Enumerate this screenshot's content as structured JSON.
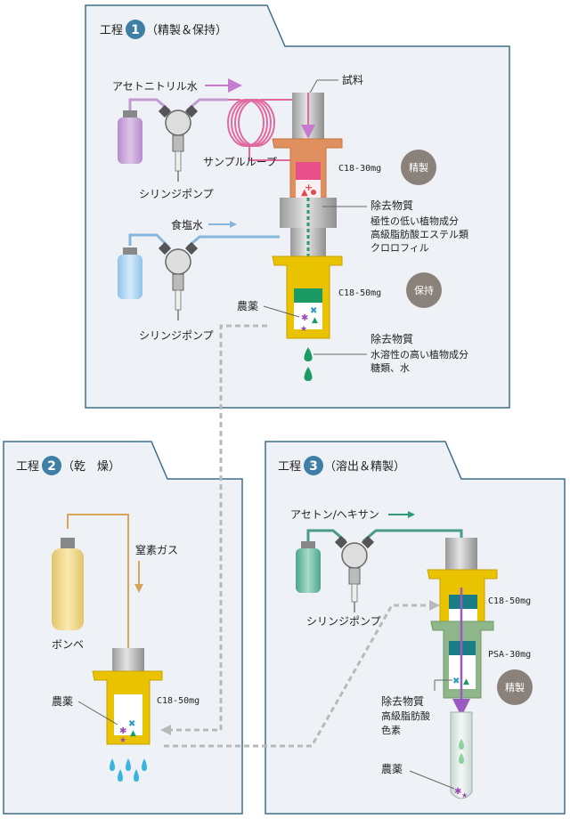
{
  "step1": {
    "title_prefix": "工程",
    "number": "1",
    "title_suffix": "（精製＆保持）",
    "acetonitrile_water": "アセトニトリル水",
    "sample": "試料",
    "syringe_pump_a": "シリンジポンプ",
    "sample_loop": "サンプルループ",
    "c18_30": "C18-30mg",
    "purify_badge": "精製",
    "saline_water": "食塩水",
    "removed1_title": "除去物質",
    "removed1_line1": "極性の低い植物成分",
    "removed1_line2": "高級脂肪酸エステル類",
    "removed1_line3": "クロロフィル",
    "c18_50": "C18-50mg",
    "retain_badge": "保持",
    "pesticide": "農薬",
    "syringe_pump_b": "シリンジポンプ",
    "removed2_title": "除去物質",
    "removed2_line1": "水溶性の高い植物成分",
    "removed2_line2": "糖類、水"
  },
  "step2": {
    "title_prefix": "工程",
    "number": "2",
    "title_suffix": "（乾　燥）",
    "nitrogen_gas": "窒素ガス",
    "cylinder": "ボンベ",
    "pesticide": "農薬",
    "c18_50": "C18-50mg"
  },
  "step3": {
    "title_prefix": "工程",
    "number": "3",
    "title_suffix": "（溶出＆精製）",
    "acetone_hexane": "アセトン/ヘキサン",
    "syringe_pump": "シリンジポンプ",
    "c18_50": "C18-50mg",
    "psa_30": "PSA-30mg",
    "purify_badge": "精製",
    "removed_title": "除去物質",
    "removed_line1": "高級脂肪酸",
    "removed_line2": "色素",
    "pesticide": "農薬"
  },
  "colors": {
    "panel_fill": "#eef2f6",
    "panel_stroke": "#3f6e8c",
    "badge_step": "#3f7fa6",
    "badge_gray": "#8a817b",
    "pink": "#e06aa0",
    "lavender": "#c19ad0",
    "blue_line": "#86b6dc",
    "orange_line": "#d9a35a",
    "teal": "#4a9a8a",
    "yellow": "#e9c200",
    "orange_col": "#e0905e",
    "green_plug": "#1c9a63",
    "water_drop": "#3ab3e0"
  }
}
